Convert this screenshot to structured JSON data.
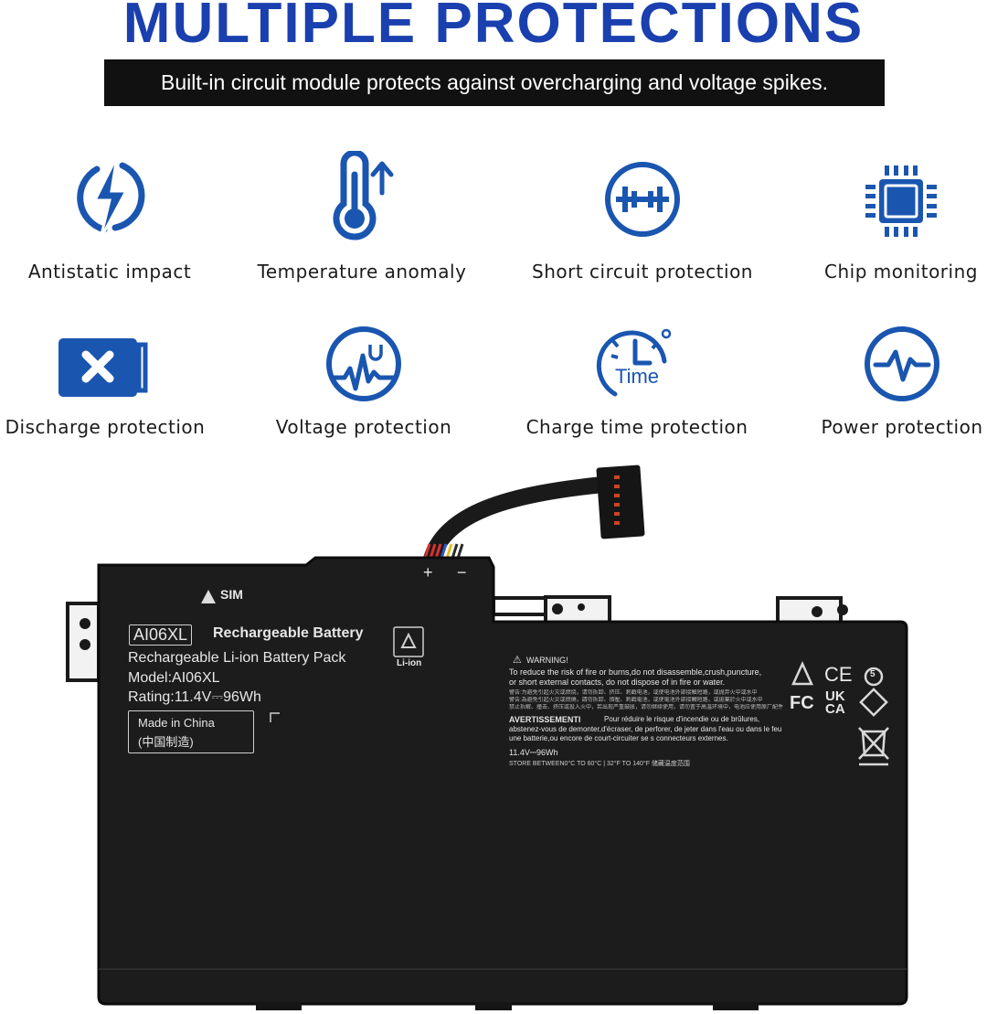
{
  "header": {
    "title": "MULTIPLE PROTECTIONS",
    "subtitle": "Built-in circuit module protects against overcharging and voltage spikes."
  },
  "colors": {
    "accent": "#1a56b0",
    "title": "#1a3fae",
    "banner": "#111111"
  },
  "features": [
    {
      "label": "Antistatic impact",
      "icon": "lightning-icon"
    },
    {
      "label": "Temperature anomaly",
      "icon": "thermometer-icon"
    },
    {
      "label": "Short circuit protection",
      "icon": "short-circuit-icon"
    },
    {
      "label": "Chip monitoring",
      "icon": "chip-icon"
    },
    {
      "label": "Discharge protection",
      "icon": "battery-x-icon"
    },
    {
      "label": "Voltage protection",
      "icon": "voltage-icon"
    },
    {
      "label": "Charge time protection",
      "icon": "timer-icon"
    },
    {
      "label": "Power protection",
      "icon": "pulse-icon"
    }
  ],
  "battery": {
    "sim": "SIM",
    "plus": "+",
    "minus": "−",
    "model_badge": "AI06XL",
    "name": "Rechargeable Battery",
    "pack": "Rechargeable Li-ion Battery Pack",
    "model": "Model:AI06XL",
    "rating": "Rating:11.4V⎓96Wh",
    "made_in": "Made in China",
    "made_in_cn": "(中国制造)",
    "recycle": "Li-ion",
    "warning_title": "WARNING!",
    "warning_text": "To reduce the risk of fire or burns,do not disassemble,crush,puncture, or short external contacts, do not dispose of in fire or water.",
    "warning_cn_1": "警告:为避免引起火灾或燃烧，请勿拆卸、挤压、刺戳电池，或使电池外部接触短路，或抛弃火中或水中",
    "warning_cn_2": "警告:為避免引起火災或燃燒，請勿拆卸、擠壓、刺戳電池，或使電池外部接觸短路，或拋棄於火中或水中",
    "warning_cn_3": "禁止拆解、撞击、挤压或投入火中，若出现严重鼓胀，请勿继续使用，请勿置于高温环境中，电池应使用原厂配件",
    "avert_title": "AVERTISSEMENTI",
    "avert_inline": "Pour réduire le risque d'incendie ou de brûlures,",
    "avert_text": "abstenez-vous de demonter,d'écraser, de perforer, de jeter dans l'eau ou dans le feu une batterie,ou encore de court-circuiter se s connecteurs externes.",
    "rating_small": "11.4V⎓96Wh",
    "store": "STORE BETWEEN0°C TO 60°C | 32°F TO 140°F 储藏温度范围",
    "marks": {
      "ce": "CE",
      "fc": "FC",
      "ukca_1": "UK",
      "ukca_2": "CA",
      "five": "5"
    }
  }
}
